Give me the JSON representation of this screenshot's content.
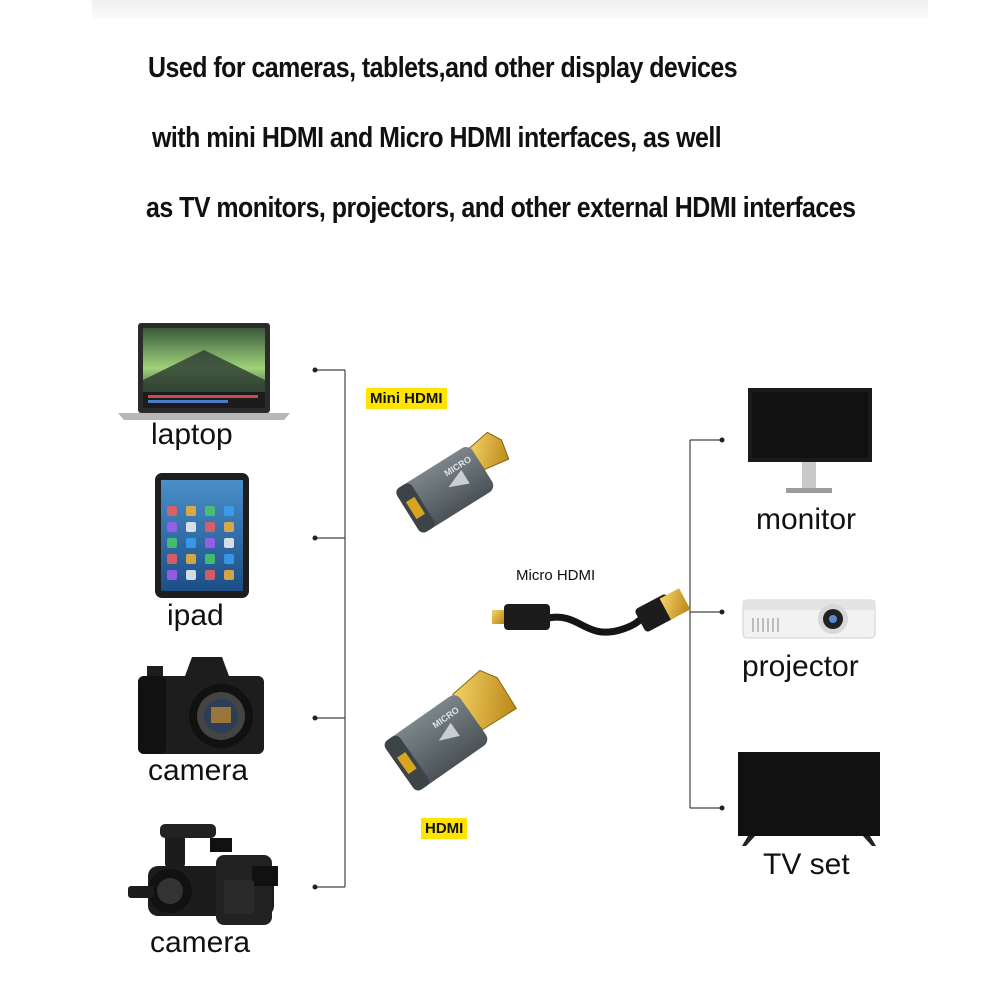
{
  "headline": {
    "line1": "Used for cameras, tablets,and other display devices",
    "line2": "with mini HDMI and Micro HDMI interfaces, as well",
    "line3": "as TV monitors, projectors, and other external HDMI interfaces"
  },
  "sources": [
    {
      "label": "laptop",
      "icon": "laptop-icon"
    },
    {
      "label": "ipad",
      "icon": "tablet-icon"
    },
    {
      "label": "camera",
      "icon": "camera-icon"
    },
    {
      "label": "camera",
      "icon": "camcorder-icon"
    }
  ],
  "adapters": {
    "mini_label": "Mini HDMI",
    "mini_engraving": "MICRO",
    "hdmi_label": "HDMI",
    "hdmi_engraving": "MICRO",
    "cable_label": "Micro HDMI"
  },
  "displays": [
    {
      "label": "monitor",
      "icon": "monitor-icon"
    },
    {
      "label": "projector",
      "icon": "projector-icon"
    },
    {
      "label": "TV set",
      "icon": "tv-icon"
    }
  ],
  "colors": {
    "accent_yellow": "#ffe400",
    "connector_gold": "#d9a521",
    "adapter_gray": "#5d666b"
  }
}
